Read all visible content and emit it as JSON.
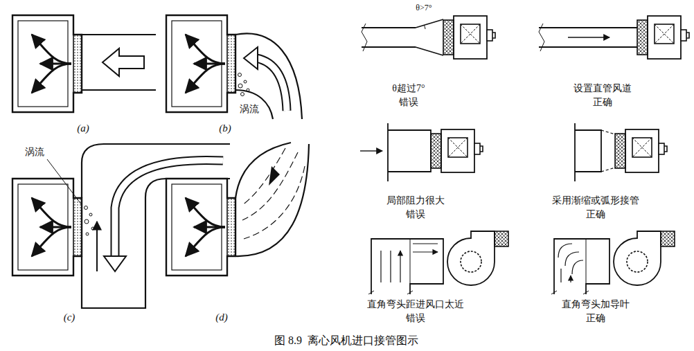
{
  "diagram": {
    "caption": "图 8.9  离心风机进口接管图示",
    "labels": [
      "(a)",
      "(b)",
      "涡流",
      "涡流",
      "(c)",
      "(d)",
      "θ>7°",
      "θ超过7°",
      "错误",
      "设置直管风道",
      "正确",
      "局部阻力很大",
      "错误",
      "采用渐缩或弧形接管",
      "正确",
      "直角弯头距进风口太近",
      "错误",
      "直角弯头加导叶",
      "正确"
    ]
  }
}
